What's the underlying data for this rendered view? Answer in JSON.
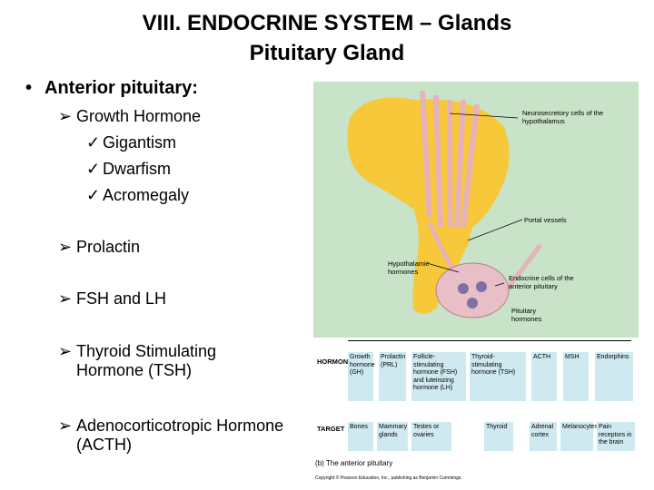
{
  "slide": {
    "title_line1": "VIII.  ENDOCRINE SYSTEM – Glands",
    "title_line2": "Pituitary Gland",
    "main_bullet": "Anterior pituitary:",
    "items": [
      {
        "label": "Growth Hormone",
        "subs": [
          "Gigantism",
          "Dwarfism",
          "Acromegaly"
        ]
      },
      {
        "label": "Prolactin"
      },
      {
        "label": "FSH and LH"
      },
      {
        "label": "Thyroid Stimulating",
        "label2": "Hormone (TSH)"
      },
      {
        "label": "Adenocorticotropic Hormone",
        "label2": "(ACTH)"
      }
    ]
  },
  "figure": {
    "labels": {
      "neurosecretory": "Neurosecretory cells of the hypothalamus",
      "portal": "Portal vessels",
      "hypothalamic": "Hypothalamic hormones",
      "endocrine": "Endocrine cells of the anterior pituitary",
      "pituitary": "Pituitary hormones"
    },
    "hormone_header": "HORMONE",
    "target_header": "TARGET",
    "hormones": [
      "Growth hormone (GH)",
      "Prolactin (PRL)",
      "Follicle-stimulating hormone (FSH) and luteinizing hormone (LH)",
      "Thyroid-stimulating hormone (TSH)",
      "ACTH",
      "MSH",
      "Endorphins"
    ],
    "targets": [
      "Bones",
      "Mammary glands",
      "Testes or ovaries",
      "Thyroid",
      "Adrenal cortex",
      "Melanocytes",
      "Pain receptors in the brain"
    ],
    "caption": "(b) The anterior pituitary",
    "copyright": "Copyright © Pearson Education, Inc., publishing as Benjamin Cummings."
  },
  "colors": {
    "panel_bg": "#c8e3c8",
    "gland_yellow": "#f6c83a",
    "box_blue": "#cfe9f0",
    "vessel_pink": "#f0c2cc"
  }
}
